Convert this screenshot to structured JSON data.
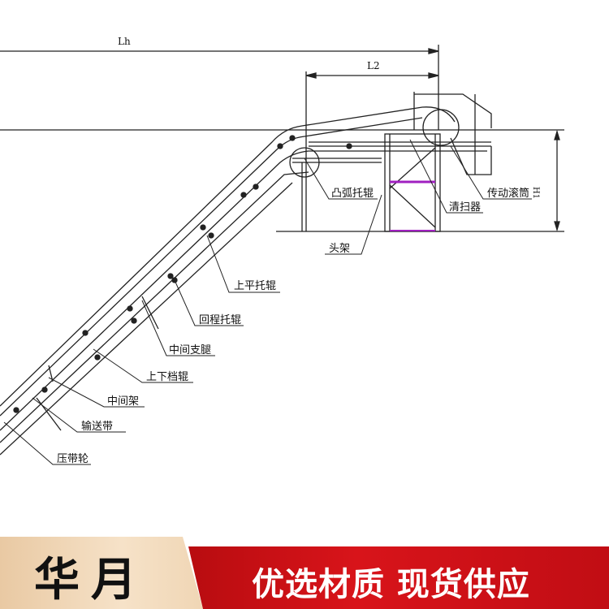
{
  "dimensions": {
    "lh": "Lh",
    "l2": "L2",
    "h1": "H1"
  },
  "labels": {
    "convex_idler": "凸弧托辊",
    "drive_pulley": "传动滚筒",
    "cleaner": "清扫器",
    "head_frame": "头架",
    "upper_flat_idler": "上平托辊",
    "return_idler": "回程托辊",
    "middle_leg": "中间支腿",
    "guide_roller": "上下档辊",
    "middle_frame": "中间架",
    "belt": "输送带",
    "press_wheel": "压带轮"
  },
  "banner": {
    "brand": "华月",
    "slogan": "优选材质 现货供应"
  },
  "colors": {
    "banner_red": "#c8101a",
    "banner_gold": "#f0d6b5",
    "accent_purple": "#a020c0"
  }
}
